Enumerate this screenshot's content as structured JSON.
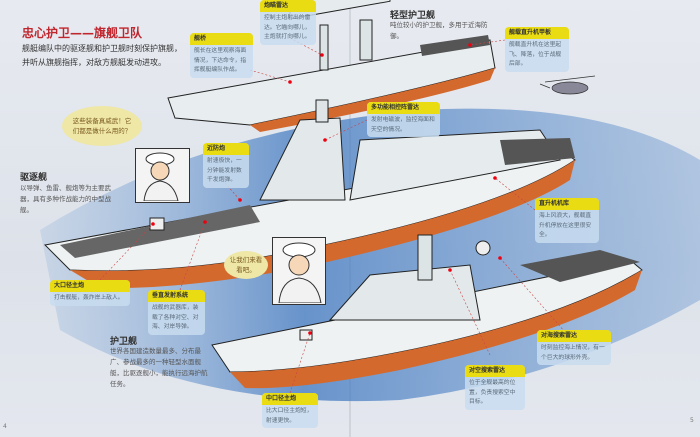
{
  "title": "忠心护卫——旗舰卫队",
  "intro": "舰艇编队中的驱逐舰和护卫舰时刻保护旗舰，并听从旗舰指挥，对敌方舰艇发动进攻。",
  "sections": {
    "light_frigate": {
      "heading": "轻型护卫舰",
      "desc": "吨位较小的护卫舰，多用于近海防御。"
    },
    "destroyer": {
      "heading": "驱逐舰",
      "desc": "以导弹、鱼雷、舰炮等为主要武器，具有多种作战能力的中型战舰。"
    },
    "frigate": {
      "heading": "护卫舰",
      "desc": "世界各国建造数量最多、分布最广、参战最多的一种轻型水面舰艇，比驱逐舰小，能执行远海护航任务。"
    }
  },
  "callouts": {
    "fire_control_radar": {
      "title": "炮瞄雷达",
      "text": "控制主炮射出的雷达。它瞄向哪儿，主炮就打向哪儿。"
    },
    "bridge": {
      "title": "舰桥",
      "text": "舰长在这里观察海面情况，下达命令，指挥舰艇编队作战。"
    },
    "heli_deck": {
      "title": "舰载直升机甲板",
      "text": "舰载直升机在这里起飞、降落，位于战舰后部。"
    },
    "phased_array": {
      "title": "多功能相控阵雷达",
      "text": "发射电磁波，监控海面和天空的情况。"
    },
    "ciws": {
      "title": "近防炮",
      "text": "射速极快，一分钟能发射数千发炮弹。"
    },
    "hangar": {
      "title": "直升机机库",
      "text": "海上风浪大，舰载直升机停放在这里很安全。"
    },
    "large_gun": {
      "title": "大口径主炮",
      "text": "打击舰艇，轰炸岸上敌人。"
    },
    "vls": {
      "title": "垂直发射系统",
      "text": "战舰的武器库，装载了各种对空、对海、对岸导弹。"
    },
    "medium_gun": {
      "title": "中口径主炮",
      "text": "比大口径主炮短，射速更快。"
    },
    "air_radar": {
      "title": "对空搜索雷达",
      "text": "位于全舰最高的位置，负责搜索空中目标。"
    },
    "sea_radar": {
      "title": "对海搜索雷达",
      "text": "时刻监控海上情况，有一个巨大的球形外壳。"
    }
  },
  "bubbles": {
    "question": "这些装备真威武！它们都是做什么用的？",
    "answer": "让我们来看看吧。"
  },
  "page_numbers": {
    "left": "4",
    "right": "5"
  },
  "colors": {
    "title": "#c0262e",
    "label_header": "#e9dc12",
    "label_body": "#c8dcee",
    "sea": "#3f78c0",
    "hull_bottom": "#d4692e"
  }
}
